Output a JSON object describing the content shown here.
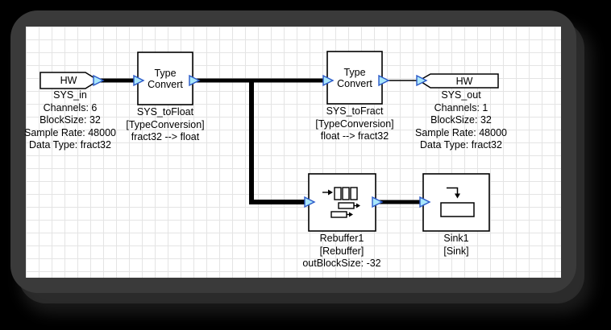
{
  "blocks": {
    "sys_in": {
      "label": "HW",
      "name": "SYS_in",
      "props": [
        "Channels: 6",
        "BlockSize: 32",
        "Sample Rate: 48000",
        "Data Type: fract32"
      ]
    },
    "sys_to_float": {
      "label_lines": [
        "Type",
        "Convert"
      ],
      "name": "SYS_toFloat",
      "type": "[TypeConversion]",
      "detail": "fract32 --> float"
    },
    "sys_to_fract": {
      "label_lines": [
        "Type",
        "Convert"
      ],
      "name": "SYS_toFract",
      "type": "[TypeConversion]",
      "detail": "float --> fract32"
    },
    "sys_out": {
      "label": "HW",
      "name": "SYS_out",
      "props": [
        "Channels: 1",
        "BlockSize: 32",
        "Sample Rate: 48000",
        "Data Type: fract32"
      ]
    },
    "rebuffer1": {
      "name": "Rebuffer1",
      "type": "[Rebuffer]",
      "detail": "outBlockSize: -32"
    },
    "sink1": {
      "name": "Sink1",
      "type": "[Sink]"
    }
  },
  "colors": {
    "page_bg": "#000000",
    "frame": "#3a3a3a",
    "canvas_bg": "#ffffff",
    "grid_line": "#e4e4e4",
    "block_border": "#000000",
    "wire": "#000000",
    "port_fill": "#a9e7fb",
    "port_stroke": "#2b59c8",
    "text": "#000000"
  }
}
